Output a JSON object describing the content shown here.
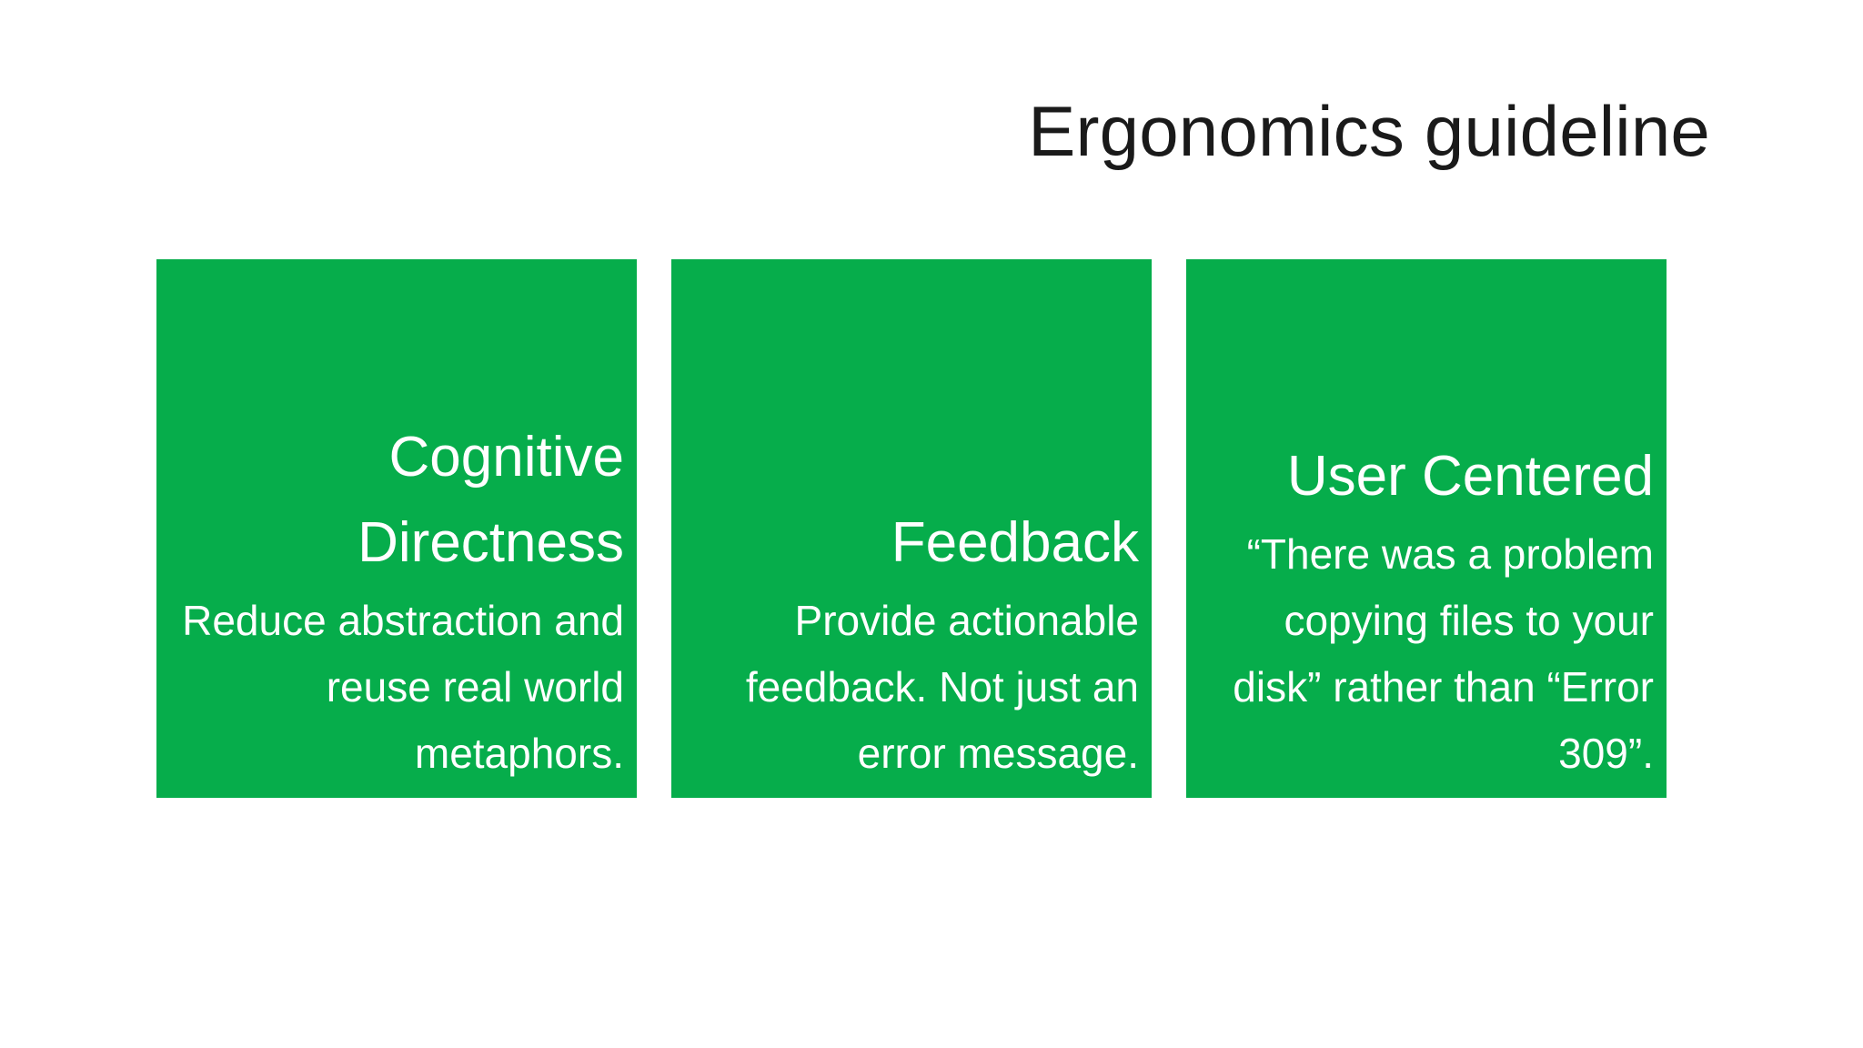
{
  "slide": {
    "title": "Ergonomics guideline",
    "background_color": "#ffffff",
    "title_color": "#1a1a1a",
    "card_color": "#06ad4b",
    "card_text_color": "#ffffff"
  },
  "cards": [
    {
      "heading": "Cognitive Directness",
      "body": "Reduce abstraction and reuse real world metaphors."
    },
    {
      "heading": "Feedback",
      "body": "Provide actionable feedback. Not just an error message."
    },
    {
      "heading": "User Centered",
      "body": "“There was a problem copying files to your disk” rather than “Error 309”."
    }
  ]
}
